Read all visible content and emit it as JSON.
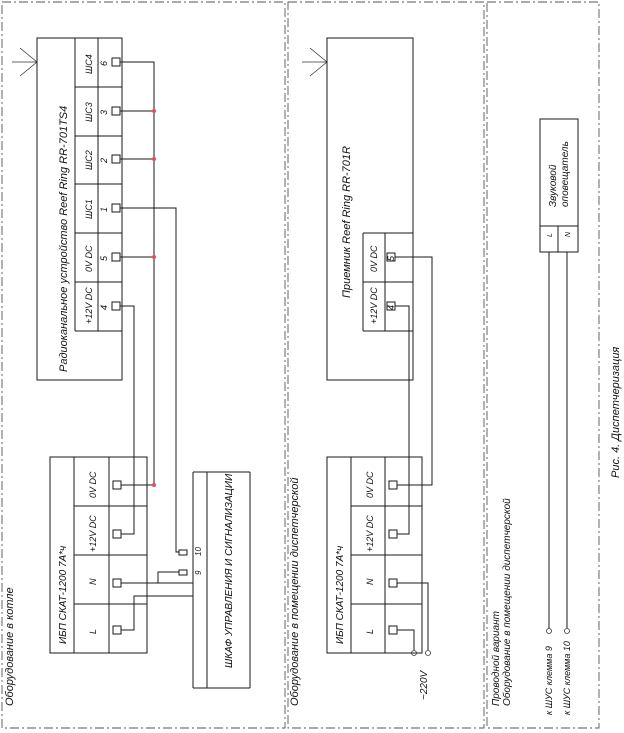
{
  "zones": {
    "boiler": "Оборудование в котле",
    "dispatch": "Оборудование в помещении диспетчерской",
    "wired_line1": "Проводной вариант",
    "wired_line2": "Оборудование в помещении диспетчерской"
  },
  "transmitter": {
    "title": "Радиоканальное устройство Reef Ring RR-701TS4",
    "ports": [
      {
        "name": "ШС4",
        "num": "6"
      },
      {
        "name": "ШС3",
        "num": "3"
      },
      {
        "name": "ШС2",
        "num": "2"
      },
      {
        "name": "ШС1",
        "num": "1"
      },
      {
        "name": "0V DC",
        "num": "5"
      },
      {
        "name": "+12V DC",
        "num": "4"
      }
    ]
  },
  "receiver": {
    "title": "Приемник Reef Ring RR-701R",
    "ports": [
      {
        "name": "0V DC",
        "num": "5"
      },
      {
        "name": "+12V DC",
        "num": "4"
      }
    ]
  },
  "psu_boiler": {
    "title": "ИБП СКАТ-1200 7А*ч",
    "ports": [
      "0V DC",
      "+12V DC",
      "N",
      "L"
    ]
  },
  "psu_dispatch": {
    "title": "ИБП СКАТ-1200 7А*ч",
    "ports": [
      "0V DC",
      "+12V DC",
      "N",
      "L"
    ]
  },
  "cabinet": {
    "title": "ШКАФ УПРАВЛЕНИЯ И СИГНАЛИЗАЦИИ",
    "terminal_10": "10",
    "terminal_9": "9"
  },
  "mains": "~220V",
  "siren": {
    "title_line1": "Звуковой",
    "title_line2": "оповещатель",
    "pin_l": "L",
    "pin_n": "N"
  },
  "wired_terminals": {
    "t9": "к ШУС клемма 9",
    "t10": "к ШУС клемма 10"
  },
  "caption": "Рис. 4. Диспетчеризация",
  "colors": {
    "line": "#1a1a1a",
    "junction": "#e0505a",
    "frame": "#555555"
  }
}
